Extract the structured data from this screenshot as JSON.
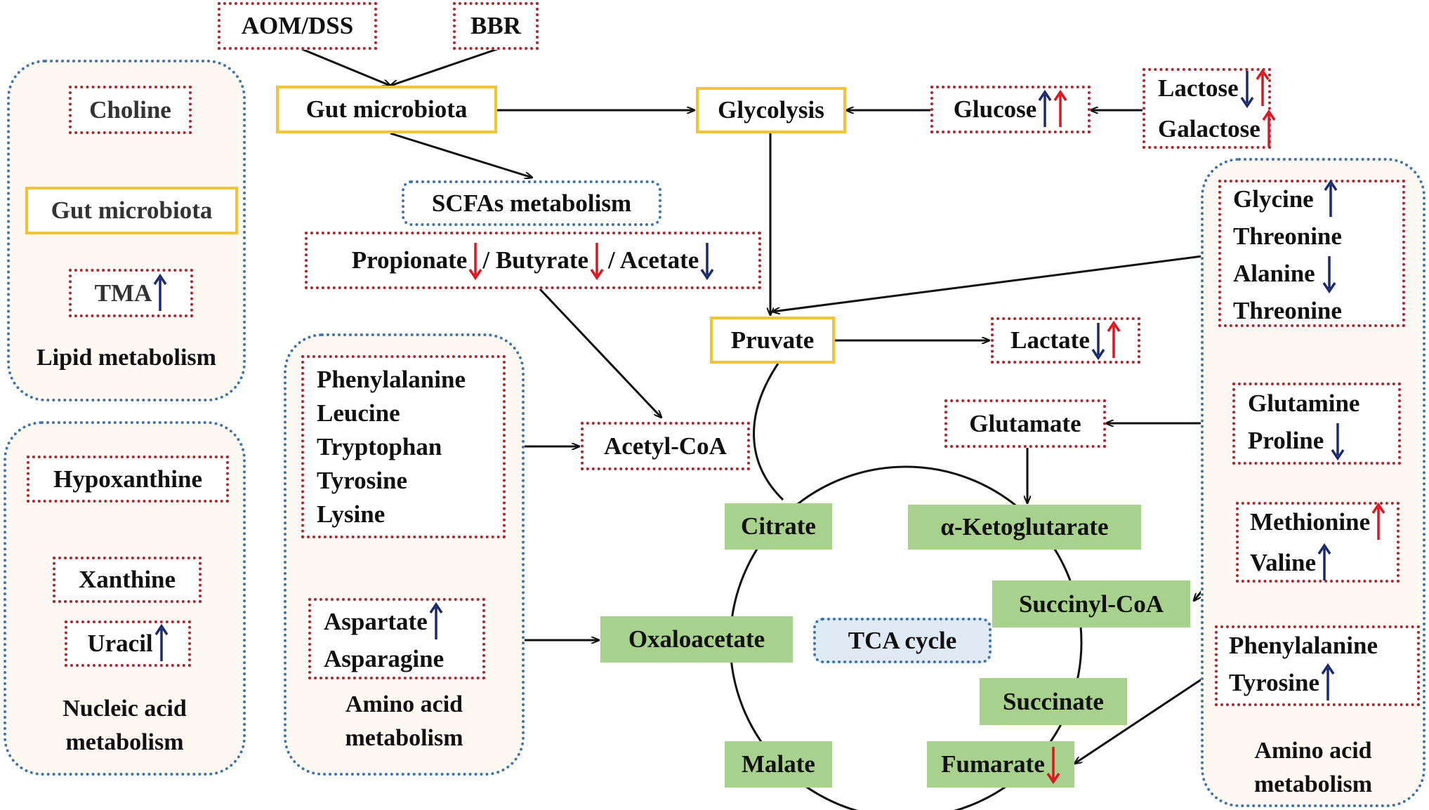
{
  "colors": {
    "up_blue": "#1a2a6c",
    "down_red": "#e0141e",
    "red_border": "#b0252b",
    "yellow_border": "#f2c431",
    "green_fill": "#a9d18e",
    "panel_border": "#3f73a8"
  },
  "lipid_panel": {
    "choline": "Choline",
    "gut_microbiota": "Gut microbiota",
    "tma": "TMA",
    "title": "Lipid metabolism"
  },
  "nucleic_panel": {
    "hypoxanthine": "Hypoxanthine",
    "xanthine": "Xanthine",
    "uracil": "Uracil",
    "title_line1": "Nucleic acid",
    "title_line2": "metabolism"
  },
  "top": {
    "aom_dss": "AOM/DSS",
    "bbr": "BBR",
    "gut_microbiota": "Gut microbiota",
    "glycolysis": "Glycolysis",
    "glucose": "Glucose",
    "lactose": "Lactose",
    "galactose": "Galactose"
  },
  "scfa": {
    "title": "SCFAs metabolism",
    "propionate": "Propionate",
    "butyrate": "/ Butyrate",
    "acetate": "/ Acetate"
  },
  "center": {
    "pyruvate": "Pruvate",
    "lactate": "Lactate",
    "acetyl_coa": "Acetyl-CoA",
    "glutamate": "Glutamate"
  },
  "aa_left_panel": {
    "aa1": "Phenylalanine",
    "aa2": "Leucine",
    "aa3": "Tryptophan",
    "aa4": "Tyrosine",
    "aa5": "Lysine",
    "aspartate": "Aspartate",
    "asparagine": "Asparagine",
    "title_line1": "Amino acid",
    "title_line2": "metabolism"
  },
  "tca": {
    "label": "TCA cycle",
    "citrate": "Citrate",
    "akg": "α-Ketoglutarate",
    "succinyl_coa": "Succinyl-CoA",
    "oxaloacetate": "Oxaloacetate",
    "succinate": "Succinate",
    "malate": "Malate",
    "fumarate": "Fumarate"
  },
  "aa_right_panel": {
    "glycine": "Glycine",
    "threonine_1": "Threonine",
    "alanine": "Alanine",
    "threonine_2": "Threonine",
    "glutamine": "Glutamine",
    "proline": "Proline",
    "methionine": "Methionine",
    "valine": "Valine",
    "phenylalanine": "Phenylalanine",
    "tyrosine": "Tyrosine",
    "title_line1": "Amino acid",
    "title_line2": "metabolism"
  },
  "indicators": [
    {
      "item": "TMA",
      "arrows": [
        "up-blue"
      ]
    },
    {
      "item": "Uracil",
      "arrows": [
        "up-blue"
      ]
    },
    {
      "item": "Glucose",
      "arrows": [
        "up-blue",
        "up-red"
      ]
    },
    {
      "item": "Lactose",
      "arrows": [
        "down-blue",
        "up-red"
      ]
    },
    {
      "item": "Galactose",
      "arrows": [
        "up-red"
      ]
    },
    {
      "item": "Propionate",
      "arrows": [
        "down-red"
      ]
    },
    {
      "item": "Butyrate",
      "arrows": [
        "down-red"
      ]
    },
    {
      "item": "Acetate",
      "arrows": [
        "down-blue"
      ]
    },
    {
      "item": "Lactate",
      "arrows": [
        "down-blue",
        "up-red"
      ]
    },
    {
      "item": "Glycine",
      "arrows": [
        "up-blue"
      ]
    },
    {
      "item": "Alanine",
      "arrows": [
        "down-blue"
      ]
    },
    {
      "item": "Proline",
      "arrows": [
        "down-blue"
      ]
    },
    {
      "item": "Methionine",
      "arrows": [
        "up-red"
      ]
    },
    {
      "item": "Valine",
      "arrows": [
        "up-blue"
      ]
    },
    {
      "item": "Tyrosine",
      "arrows": [
        "up-blue"
      ]
    },
    {
      "item": "Aspartate",
      "arrows": [
        "up-blue"
      ]
    },
    {
      "item": "Fumarate",
      "arrows": [
        "down-red"
      ]
    }
  ]
}
